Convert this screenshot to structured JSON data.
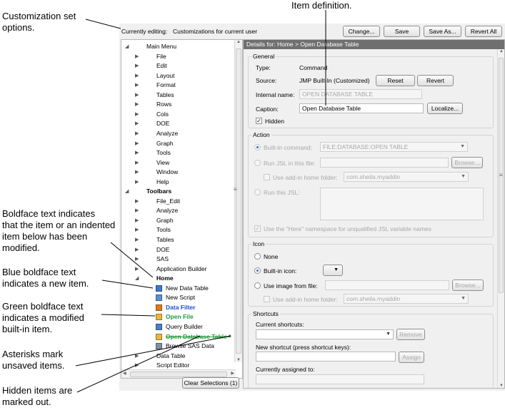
{
  "callouts": {
    "item_definition": "Item definition.",
    "customization_set": [
      "Customization set",
      "options."
    ],
    "boldface": [
      "Boldface text indicates",
      "that the item or an indented",
      "item below has been",
      "modified."
    ],
    "blue_boldface": [
      "Blue boldface text",
      "indicates a new item."
    ],
    "green_boldface": [
      "Green boldface text",
      "indicates a modified",
      "built-in item."
    ],
    "asterisks": [
      "Asterisks mark",
      "unsaved items."
    ],
    "hidden": [
      "Hidden items are",
      "marked out."
    ]
  },
  "toolbar": {
    "editing_label": "Currently editing:",
    "editing_value": "Customizations for current user",
    "change": "Change...",
    "save": "Save",
    "save_as": "Save As...",
    "revert_all": "Revert All"
  },
  "tree": {
    "items": [
      {
        "label": "Main Menu",
        "tri": "◢"
      },
      {
        "label": "File",
        "tri": "▶"
      },
      {
        "label": "Edit",
        "tri": "▶"
      },
      {
        "label": "Layout",
        "tri": "▶"
      },
      {
        "label": "Format",
        "tri": "▶"
      },
      {
        "label": "Tables",
        "tri": "▶"
      },
      {
        "label": "Rows",
        "tri": "▶"
      },
      {
        "label": "Cols",
        "tri": "▶"
      },
      {
        "label": "DOE",
        "tri": "▶"
      },
      {
        "label": "Analyze",
        "tri": "▶"
      },
      {
        "label": "Graph",
        "tri": "▶"
      },
      {
        "label": "Tools",
        "tri": "▶"
      },
      {
        "label": "View",
        "tri": "▶"
      },
      {
        "label": "Window",
        "tri": "▶"
      },
      {
        "label": "Help",
        "tri": "▶"
      },
      {
        "label": "Toolbars",
        "tri": "◢"
      },
      {
        "label": "File_Edit",
        "tri": "▶"
      },
      {
        "label": "Analyze",
        "tri": "▶"
      },
      {
        "label": "Graph",
        "tri": "▶"
      },
      {
        "label": "Tools",
        "tri": "▶"
      },
      {
        "label": "Tables",
        "tri": "▶"
      },
      {
        "label": "DOE",
        "tri": "▶"
      },
      {
        "label": "SAS",
        "tri": "▶"
      },
      {
        "label": "Application Builder",
        "tri": "▶"
      },
      {
        "label": "Home",
        "tri": "◢"
      },
      {
        "label": "New Data Table",
        "tri": ""
      },
      {
        "label": "New Script",
        "tri": ""
      },
      {
        "label": "Data Filter",
        "tri": ""
      },
      {
        "label": "Open File",
        "tri": ""
      },
      {
        "label": "Query Builder",
        "tri": ""
      },
      {
        "label": "Open Database Table *",
        "tri": ""
      },
      {
        "label": "Browse SAS Data",
        "tri": ""
      },
      {
        "label": "Data Table",
        "tri": "▶"
      },
      {
        "label": "Script Editor",
        "tri": "▶"
      }
    ],
    "clear_selections": "Clear Selections (1)"
  },
  "details": {
    "header": "Details for:  Home > Open Database Table",
    "general": {
      "title": "General",
      "type_label": "Type:",
      "type_value": "Command",
      "source_label": "Source:",
      "source_value": "JMP Built-In (Customized)",
      "reset": "Reset",
      "revert": "Revert",
      "internal_name_label": "Internal name:",
      "internal_name_value": "OPEN DATABASE TABLE",
      "caption_label": "Caption:",
      "caption_value": "Open Database Table",
      "localize": "Localize...",
      "hidden_label": "Hidden",
      "hidden_check": "✓"
    },
    "action": {
      "title": "Action",
      "builtin_command_label": "Built-in command:",
      "builtin_command_value": "FILE:DATABASE:OPEN TABLE",
      "run_jsl_file_label": "Run JSL in this file:",
      "browse": "Browse...",
      "use_addin_label": "Use add-in home folder:",
      "addin_value": "com.sheila.myaddin",
      "run_this_jsl_label": "Run this JSL:",
      "here_namespace_label": "Use the \"Here\" namespace for unqualified JSL variable names",
      "here_check": "✓"
    },
    "icon": {
      "title": "Icon",
      "none_label": "None",
      "builtin_icon_label": "Built-in icon:",
      "use_image_label": "Use image from file:",
      "browse": "Browse...",
      "use_addin_label": "Use add-in home folder:",
      "addin_value": "com.sheila.myaddin"
    },
    "shortcuts": {
      "title": "Shortcuts",
      "current_label": "Current shortcuts:",
      "remove": "Remove",
      "new_label": "New shortcut (press shortcut keys):",
      "assign": "Assign",
      "assigned_label": "Currently assigned to:"
    }
  },
  "colors": {
    "new_item": "#1a4fd6",
    "modified_builtin": "#1f9a3a"
  }
}
